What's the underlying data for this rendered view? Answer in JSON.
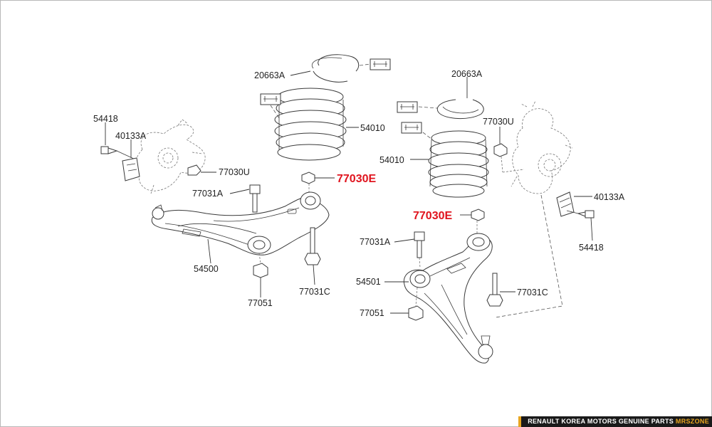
{
  "labels": {
    "l_20663a": "20663A",
    "l_54010": "54010",
    "l_54418": "54418",
    "l_40133a": "40133A",
    "l_77030u": "77030U",
    "l_77030e": "77030E",
    "l_77031a": "77031A",
    "l_54500": "54500",
    "l_77051": "77051",
    "l_77031c": "77031C",
    "r_20663a": "20663A",
    "r_77030u": "77030U",
    "r_54010": "54010",
    "r_40133a": "40133A",
    "r_77030e": "77030E",
    "r_77031a": "77031A",
    "r_54418": "54418",
    "r_54501": "54501",
    "r_77031c": "77031C",
    "r_77051": "77051"
  },
  "footer": {
    "text": "RENAULT KOREA MOTORS GENUINE PARTS",
    "zone": "MRSZONE"
  },
  "colors": {
    "highlight": "#e0141e",
    "line": "#333333",
    "footer_bg": "#1a1a1a",
    "footer_accent": "#e8a620"
  }
}
